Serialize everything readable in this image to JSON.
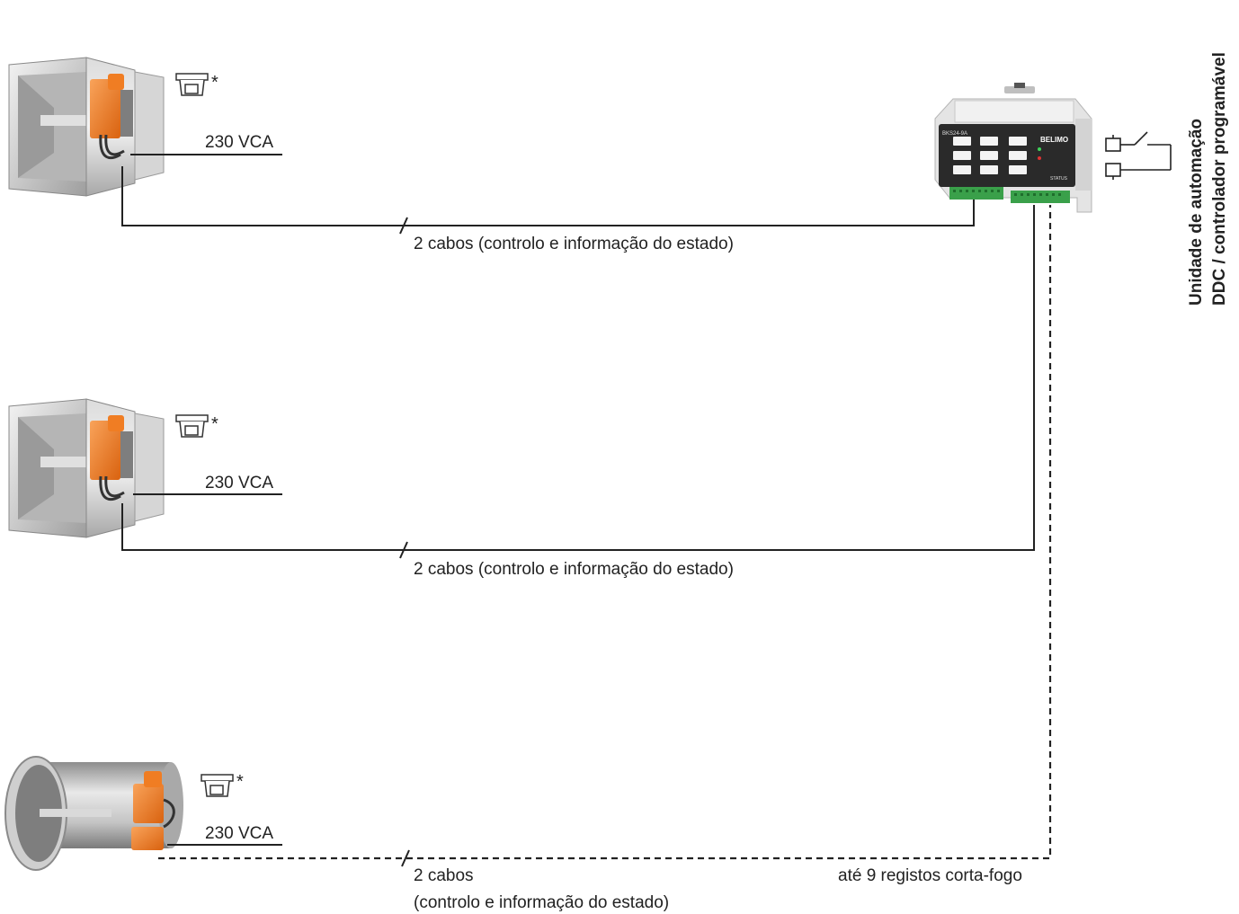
{
  "labels": {
    "voltage": "230 VCA",
    "cable_label": "2 cabos (controlo e informação do estado)",
    "cable_short": "2 cabos",
    "cable_detail": "(controlo e informação do estado)",
    "max_dampers": "até 9 registos corta-fogo",
    "asterisk": "*"
  },
  "controller": {
    "title_line1": "Unidade de automação",
    "title_line2": "DDC / controlador programável",
    "model": "BKS24-9A",
    "brand": "BELIMO",
    "status": "STATUS"
  },
  "colors": {
    "actuator": "#f07d23",
    "wire": "#222222",
    "terminal": "#3aa04a",
    "device_body": "#e8e8e8",
    "panel": "#2a2a2a"
  }
}
